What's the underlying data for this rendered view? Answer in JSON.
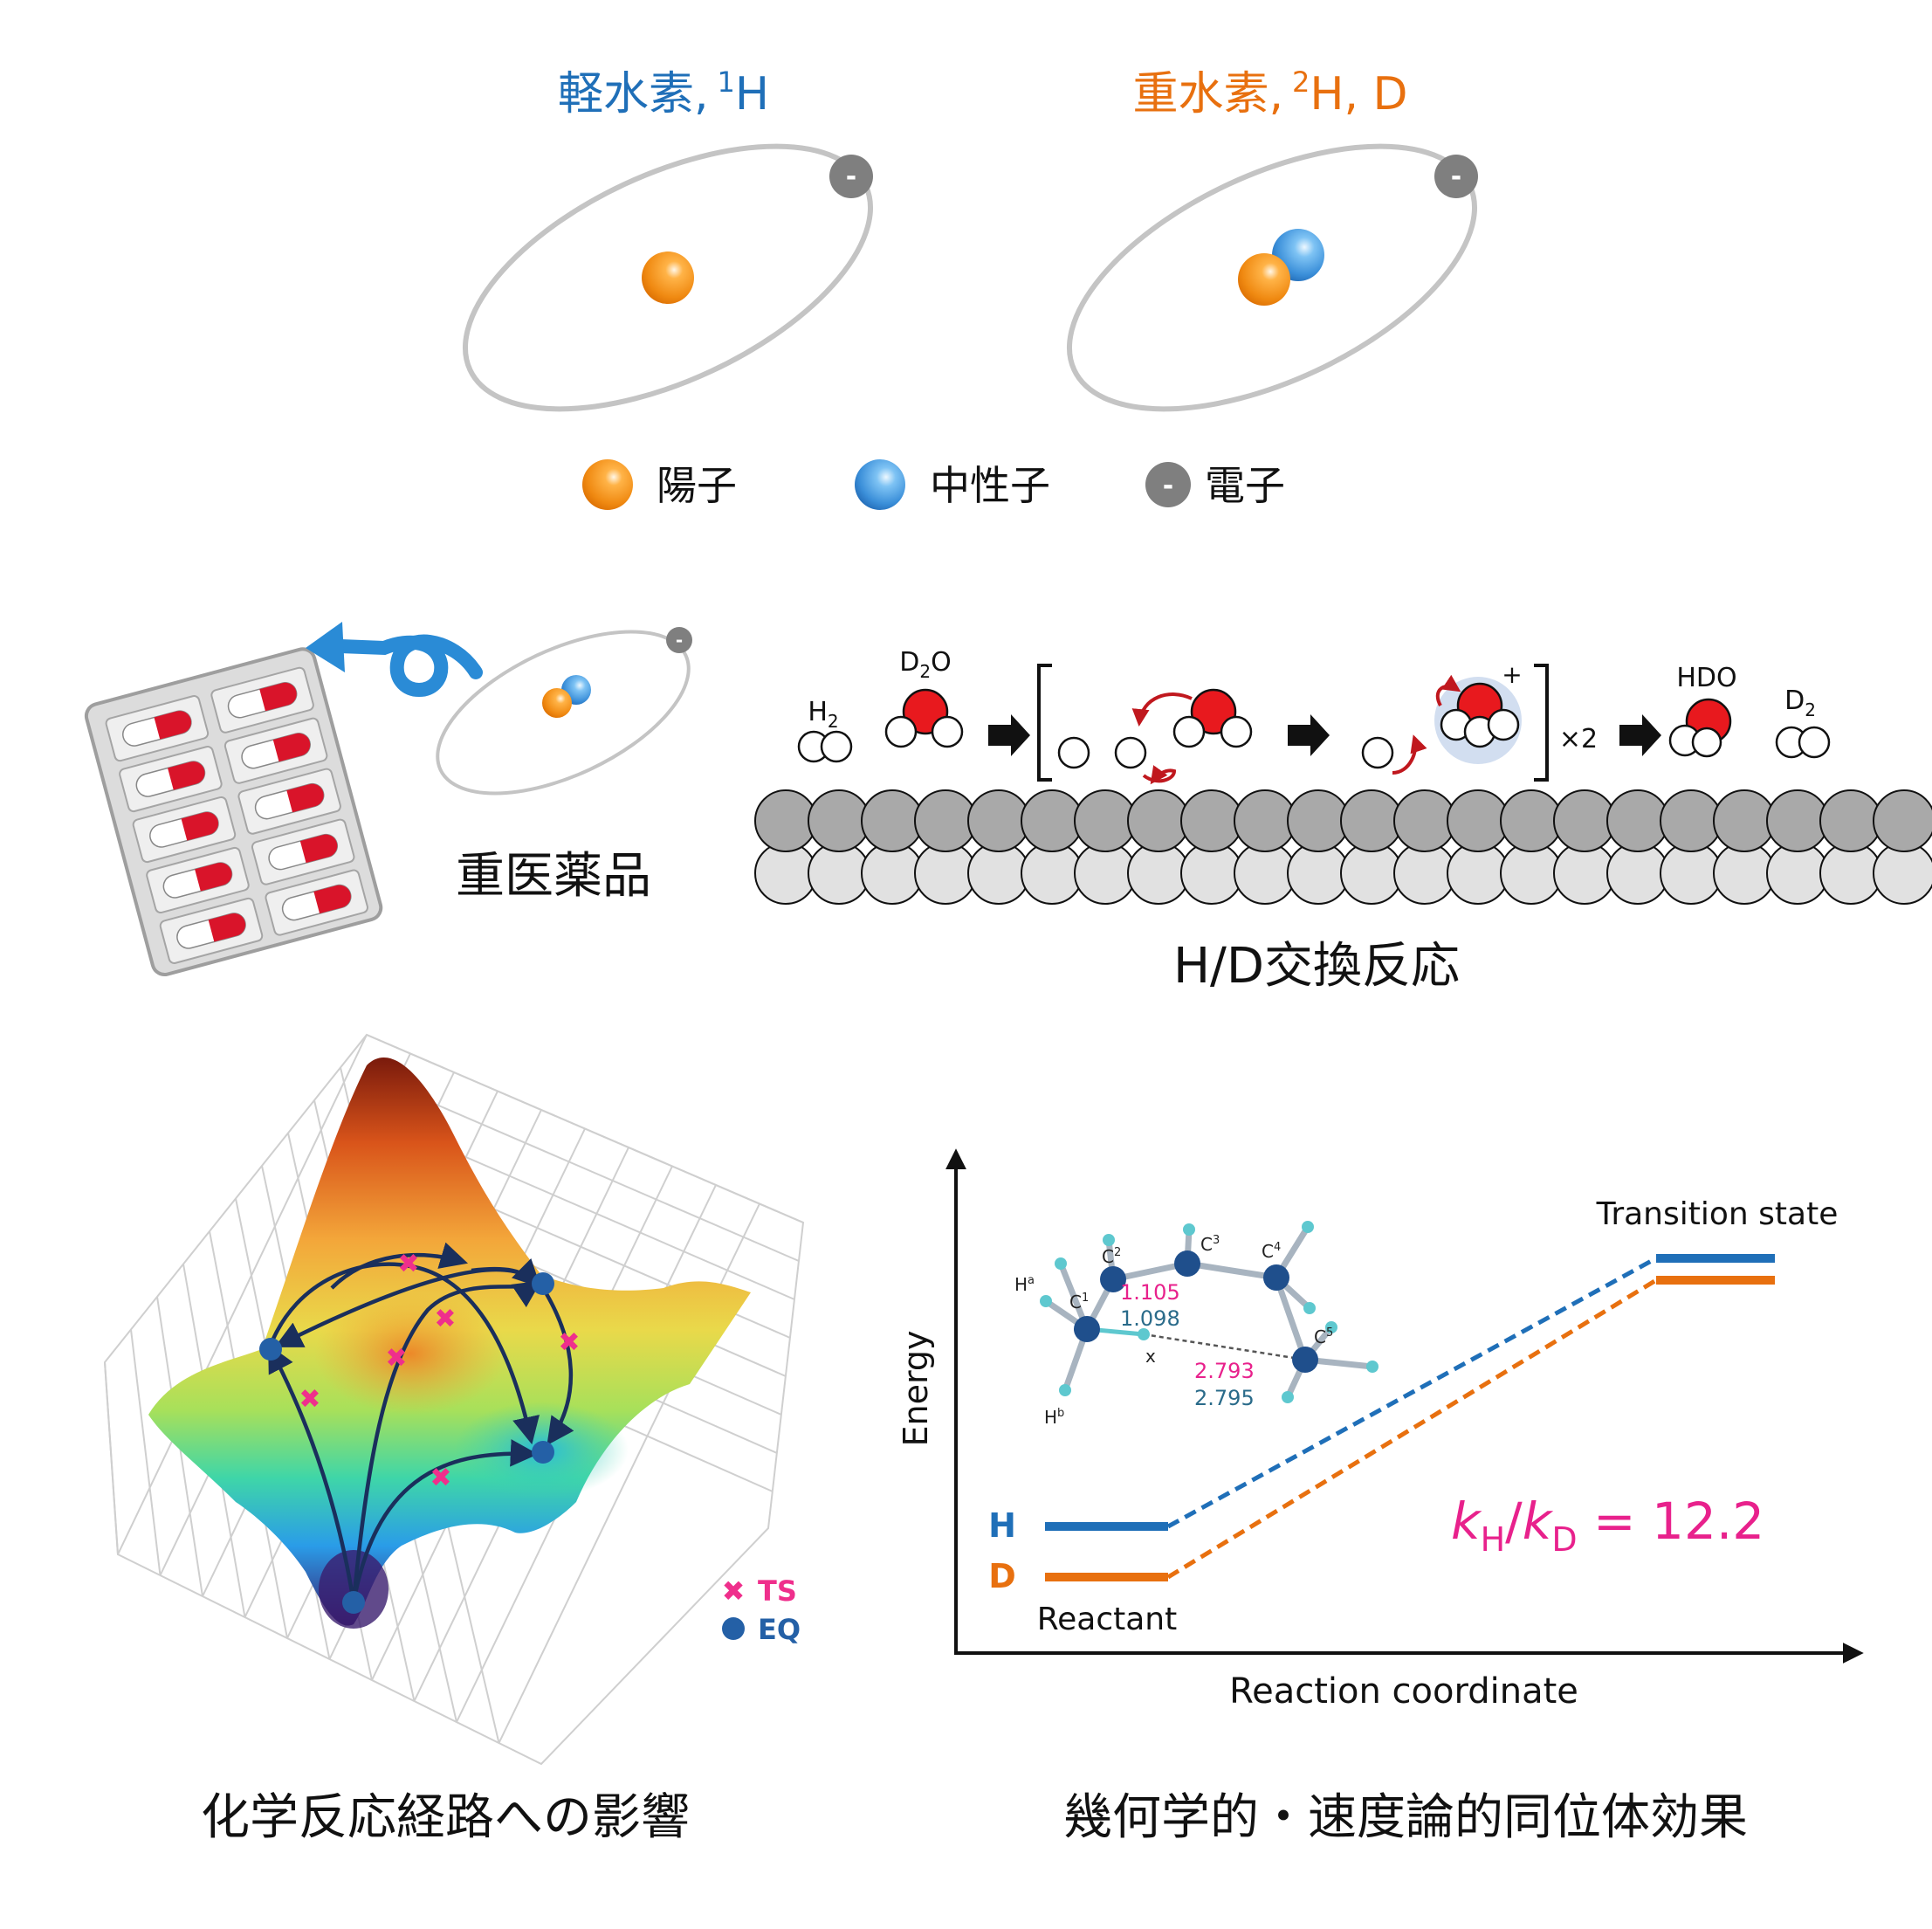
{
  "colors": {
    "blue": "#1f6fb8",
    "orange": "#e8700f",
    "magenta": "#e8218c",
    "proton": "#f08a12",
    "neutron": "#3b8fd9",
    "electron": "#7f7f7f",
    "oxygen": "#e8191e",
    "orbit": "#c4c4c4",
    "surface_top": "#a9a9a9",
    "surface_bottom": "#e1e1e1",
    "navy": "#1a2f5c",
    "eq_blue": "#2460a6",
    "ts_pink": "#ef2f8c",
    "green_label": "#2a6b8a"
  },
  "atoms": {
    "protium_label_main": "軽水素,",
    "protium_sup": "1",
    "protium_symbol": "H",
    "deuterium_label_main": "重水素,",
    "deuterium_sup": "2",
    "deuterium_symbol": "H, D",
    "electron_glyph": "-"
  },
  "legend": {
    "proton": "陽子",
    "neutron": "中性子",
    "electron": "電子"
  },
  "drugs": {
    "label": "重医薬品"
  },
  "exchange": {
    "title": "H/D交換反応",
    "h2_main": "H",
    "h2_sub": "2",
    "d2o_d": "D",
    "d2o_sub": "2",
    "d2o_o": "O",
    "hdo": "HDO",
    "d2_main": "D",
    "d2_sub": "2",
    "multiplier": "×2",
    "plus": "+"
  },
  "pes": {
    "caption": "化学反応経路への影響",
    "legend_ts": "TS",
    "legend_eq": "EQ",
    "ts_glyph": "✖"
  },
  "kie": {
    "caption": "幾何学的・速度論的同位体効果",
    "ylabel": "Energy",
    "xlabel": "Reaction coordinate",
    "transition_state": "Transition state",
    "reactant": "Reactant",
    "h_label": "H",
    "d_label": "D",
    "ratio_k1": "k",
    "ratio_sub1": "H",
    "ratio_slash": "/",
    "ratio_k2": "k",
    "ratio_sub2": "D",
    "ratio_value": " = 12.2",
    "bond_h_1": "1.105",
    "bond_d_1": "1.098",
    "bond_h_2": "2.793",
    "bond_d_2": "2.795",
    "x_label": "x",
    "atom_c1": "C",
    "atom_c1_sup": "1",
    "atom_c2": "C",
    "atom_c2_sup": "2",
    "atom_c3": "C",
    "atom_c3_sup": "3",
    "atom_c4": "C",
    "atom_c4_sup": "4",
    "atom_c5": "C",
    "atom_c5_sup": "5",
    "atom_ha": "H",
    "atom_ha_sup": "a",
    "atom_hb": "H",
    "atom_hb_sup": "b"
  }
}
